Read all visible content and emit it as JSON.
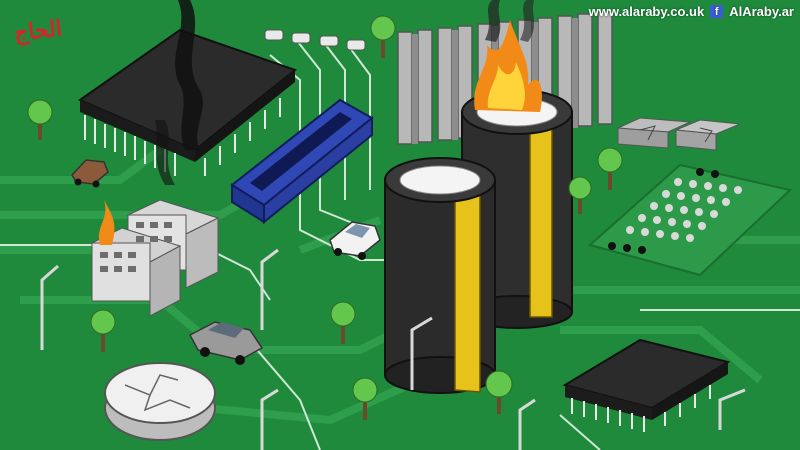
{
  "cartoon": {
    "signature": "الحاج",
    "credit": {
      "website": "www.alaraby.co.uk",
      "facebook_handle": "AlAraby.ar",
      "facebook_icon": "facebook-icon"
    }
  },
  "colors": {
    "board_green": "#1f8a3c",
    "trace_green": "#2f9e4c",
    "chip_black": "#2b2b2b",
    "slot_blue": "#2f48b5",
    "capacitor_stripe": "#e7c21a",
    "flame_orange": "#f28a17",
    "signature_red": "#d8232a"
  }
}
